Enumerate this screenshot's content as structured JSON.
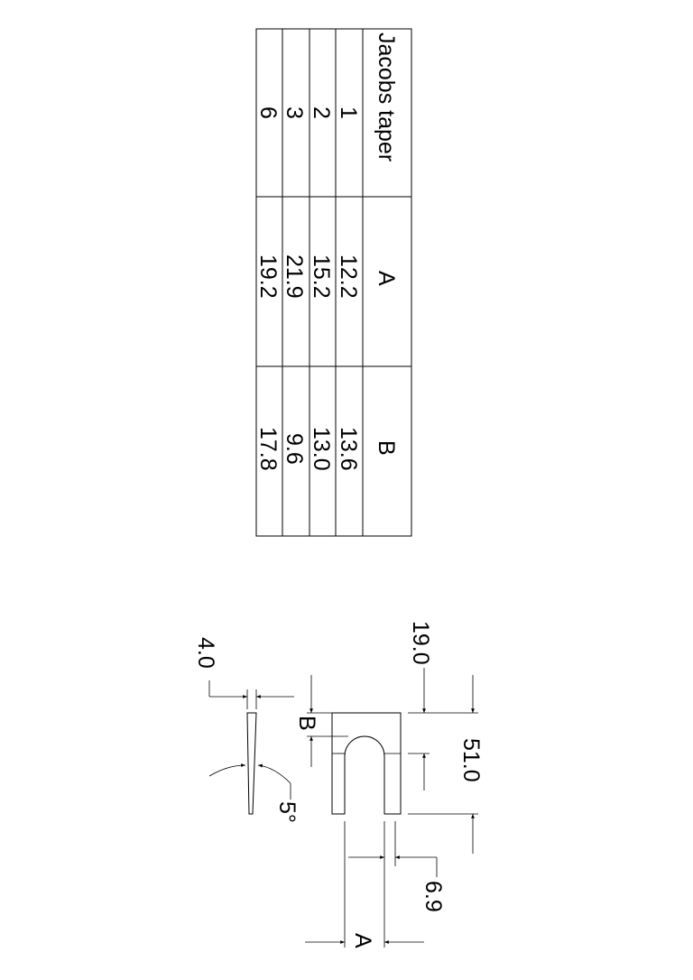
{
  "table": {
    "headers": [
      "Jacobs taper",
      "A",
      "B"
    ],
    "rows": [
      [
        "1",
        "12.2",
        "13.6"
      ],
      [
        "2",
        "15.2",
        "13.0"
      ],
      [
        "3",
        "21.9",
        "9.6"
      ],
      [
        "6",
        "19.2",
        "17.8"
      ]
    ]
  },
  "dimensions": {
    "height_top": "19.0",
    "total_height": "51.0",
    "slot_label": "B",
    "thickness": "4.0",
    "angle": "5°",
    "arm_width": "6.9",
    "width_label": "A"
  }
}
